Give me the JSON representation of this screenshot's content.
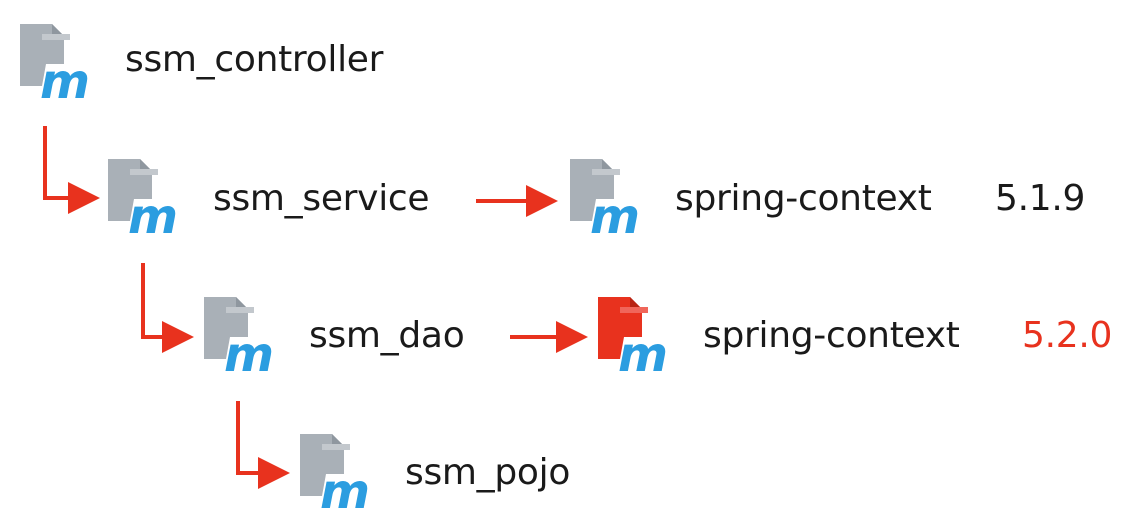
{
  "colors": {
    "arrow": "#e8321e",
    "icon_gray": "#a9b0b7",
    "icon_gray_dark": "#8f979f",
    "icon_m": "#2b9de0",
    "icon_conflict": "#e8321e",
    "version_ok": "#1a1a1a",
    "version_conflict": "#e8321e"
  },
  "icon_name": "maven-module-icon",
  "nodes": {
    "controller": {
      "label": "ssm_controller"
    },
    "service": {
      "label": "ssm_service"
    },
    "dao": {
      "label": "ssm_dao"
    },
    "pojo": {
      "label": "ssm_pojo"
    },
    "service_dep": {
      "label": "spring-context",
      "version": "5.1.9",
      "status": "ok"
    },
    "dao_dep": {
      "label": "spring-context",
      "version": "5.2.0",
      "status": "conflict"
    }
  }
}
